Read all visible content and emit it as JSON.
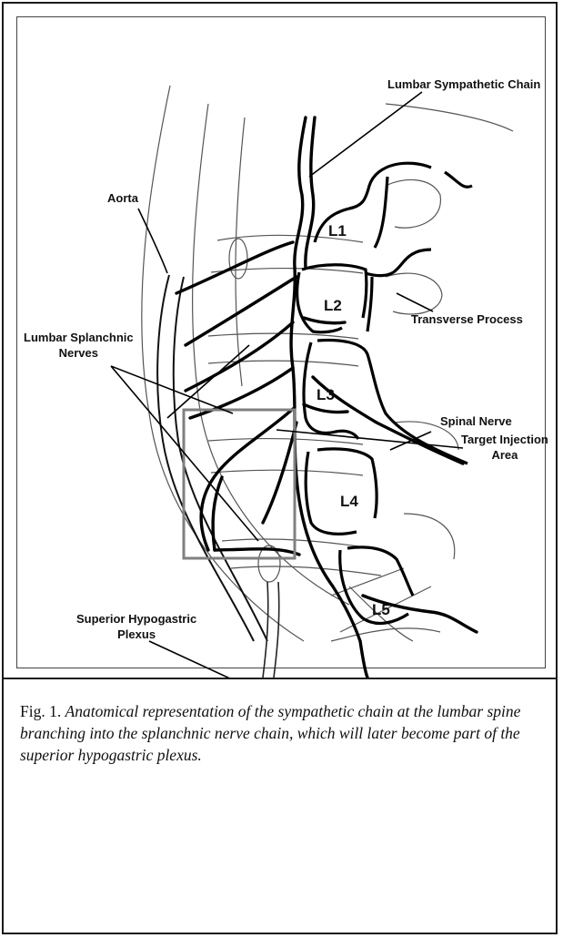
{
  "labels": {
    "lumbar_sympathetic_chain": "Lumbar Sympathetic Chain",
    "aorta": "Aorta",
    "lumbar_splanchnic_line1": "Lumbar Splanchnic",
    "lumbar_splanchnic_line2": "Nerves",
    "transverse_process": "Transverse Process",
    "spinal_nerve": "Spinal Nerve",
    "target_line1": "Target Injection",
    "target_line2": "Area",
    "superior_hypogastric_line1": "Superior Hypogastric",
    "superior_hypogastric_line2": "Plexus"
  },
  "vertebrae": [
    "L1",
    "L2",
    "L3",
    "L4",
    "L5"
  ],
  "caption": {
    "number": "Fig. 1.",
    "text": "Anatomical representation of the sympathetic chain at the lumbar spine branching into the splanchnic nerve chain, which will later become part of the superior hypogastric plexus."
  }
}
